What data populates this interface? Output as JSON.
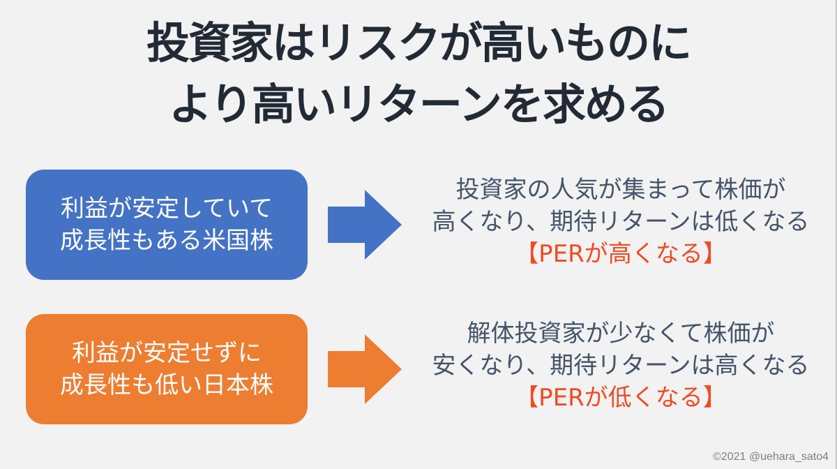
{
  "title": {
    "line1": "投資家はリスクが高いものに",
    "line2": "より高いリターンを求める"
  },
  "rows": [
    {
      "box_lines": [
        "利益が安定していて",
        "成長性もある米国株"
      ],
      "box_color": "#4472c4",
      "result_lines": [
        "投資家の人気が集まって株価が",
        "高くなり、期待リターンは低くなる"
      ],
      "highlight": "【PERが高くなる】"
    },
    {
      "box_lines": [
        "利益が安定せずに",
        "成長性も低い日本株"
      ],
      "box_color": "#ed7d31",
      "result_lines": [
        "解体投資家が少なくて株価が",
        "安くなり、期待リターンは高くなる"
      ],
      "highlight": "【PERが低くなる】"
    }
  ],
  "colors": {
    "background": "#f2f2f2",
    "title": "#222a35",
    "body_text": "#44546a",
    "highlight": "#f04a23"
  },
  "copyright": "©2021 @uehara_sato4"
}
